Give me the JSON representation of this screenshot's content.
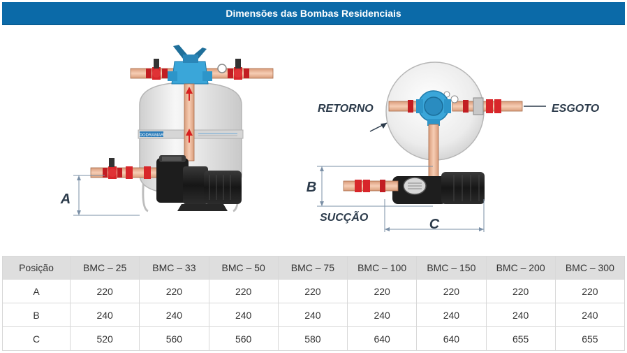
{
  "page": {
    "title": "Dimensões das Bombas Residenciais"
  },
  "diagram": {
    "label_a": "A",
    "label_b": "B",
    "label_c": "C",
    "label_retorno": "RETORNO",
    "label_esgoto": "ESGOTO",
    "label_succao": "SUCÇÃO",
    "brand_label": "DODRAMAR",
    "colors": {
      "pipe": "#e9b190",
      "pipe_outline": "#a86b4a",
      "valve_red": "#d8262a",
      "valve_blue": "#3aa6d9",
      "motor": "#222222",
      "tank": "#e6e6e6",
      "arrow_red": "#d81e1e"
    }
  },
  "table": {
    "headers": [
      "Posição",
      "BMC – 25",
      "BMC – 33",
      "BMC – 50",
      "BMC – 75",
      "BMC – 100",
      "BMC – 150",
      "BMC – 200",
      "BMC – 300"
    ],
    "rows": [
      [
        "A",
        "220",
        "220",
        "220",
        "220",
        "220",
        "220",
        "220",
        "220"
      ],
      [
        "B",
        "240",
        "240",
        "240",
        "240",
        "240",
        "240",
        "240",
        "240"
      ],
      [
        "C",
        "520",
        "560",
        "560",
        "580",
        "640",
        "640",
        "655",
        "655"
      ]
    ]
  }
}
